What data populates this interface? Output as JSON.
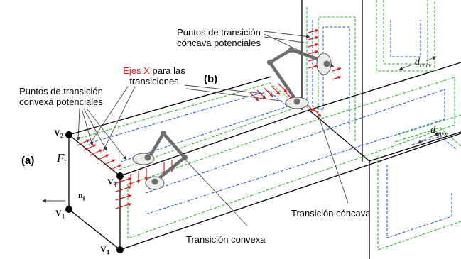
{
  "labels": {
    "concave_points": [
      "Puntos de transición",
      "cóncava potenciales"
    ],
    "x_axes_prefix": "Ejes X",
    "x_axes_suffix": "para las",
    "x_axes_line2": "transiciones",
    "convex_points": [
      "Puntos de transición",
      "convexa potenciales"
    ],
    "panel_a": "(a)",
    "panel_b": "(b)",
    "face": "F",
    "face_sub": "i",
    "normal": "n",
    "normal_sub": "i",
    "vertex_prefix": "V",
    "v1_sub": "1",
    "v2_sub": "2",
    "v3_sub": "3",
    "v4_sub": "4",
    "d_prefix": "d",
    "d_cncv_sub": "cncv",
    "d_cnvx_sub": "cnvx",
    "convex_transition": "Transición convexa",
    "concave_transition": "Transición cóncava"
  },
  "colors": {
    "arrow": "#e3161b",
    "outer_path": "#2eb82e",
    "inner_path": "#2f5fd6",
    "vertex": "#000000",
    "robot": "#707070"
  }
}
